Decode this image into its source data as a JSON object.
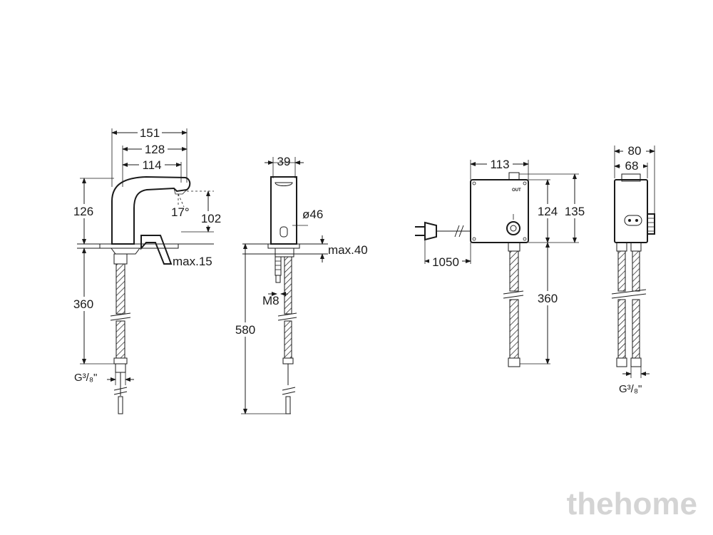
{
  "views": {
    "faucet_side": {
      "w151": "151",
      "w128": "128",
      "w114": "114",
      "h126": "126",
      "h102": "102",
      "angle": "17°",
      "max15": "max.15",
      "h360": "360",
      "thread": "G³/₈\""
    },
    "faucet_front": {
      "w39": "39",
      "dia46": "ø46",
      "max40": "max.40",
      "m8": "M8",
      "h580": "580"
    },
    "control_box_front": {
      "w113": "113",
      "h124": "124",
      "h135": "135",
      "cable1050": "1050",
      "h360": "360",
      "out_label": "OUT"
    },
    "control_box_side": {
      "w80": "80",
      "w68": "68",
      "thread": "G³/₈\""
    }
  },
  "watermark": "thehome"
}
